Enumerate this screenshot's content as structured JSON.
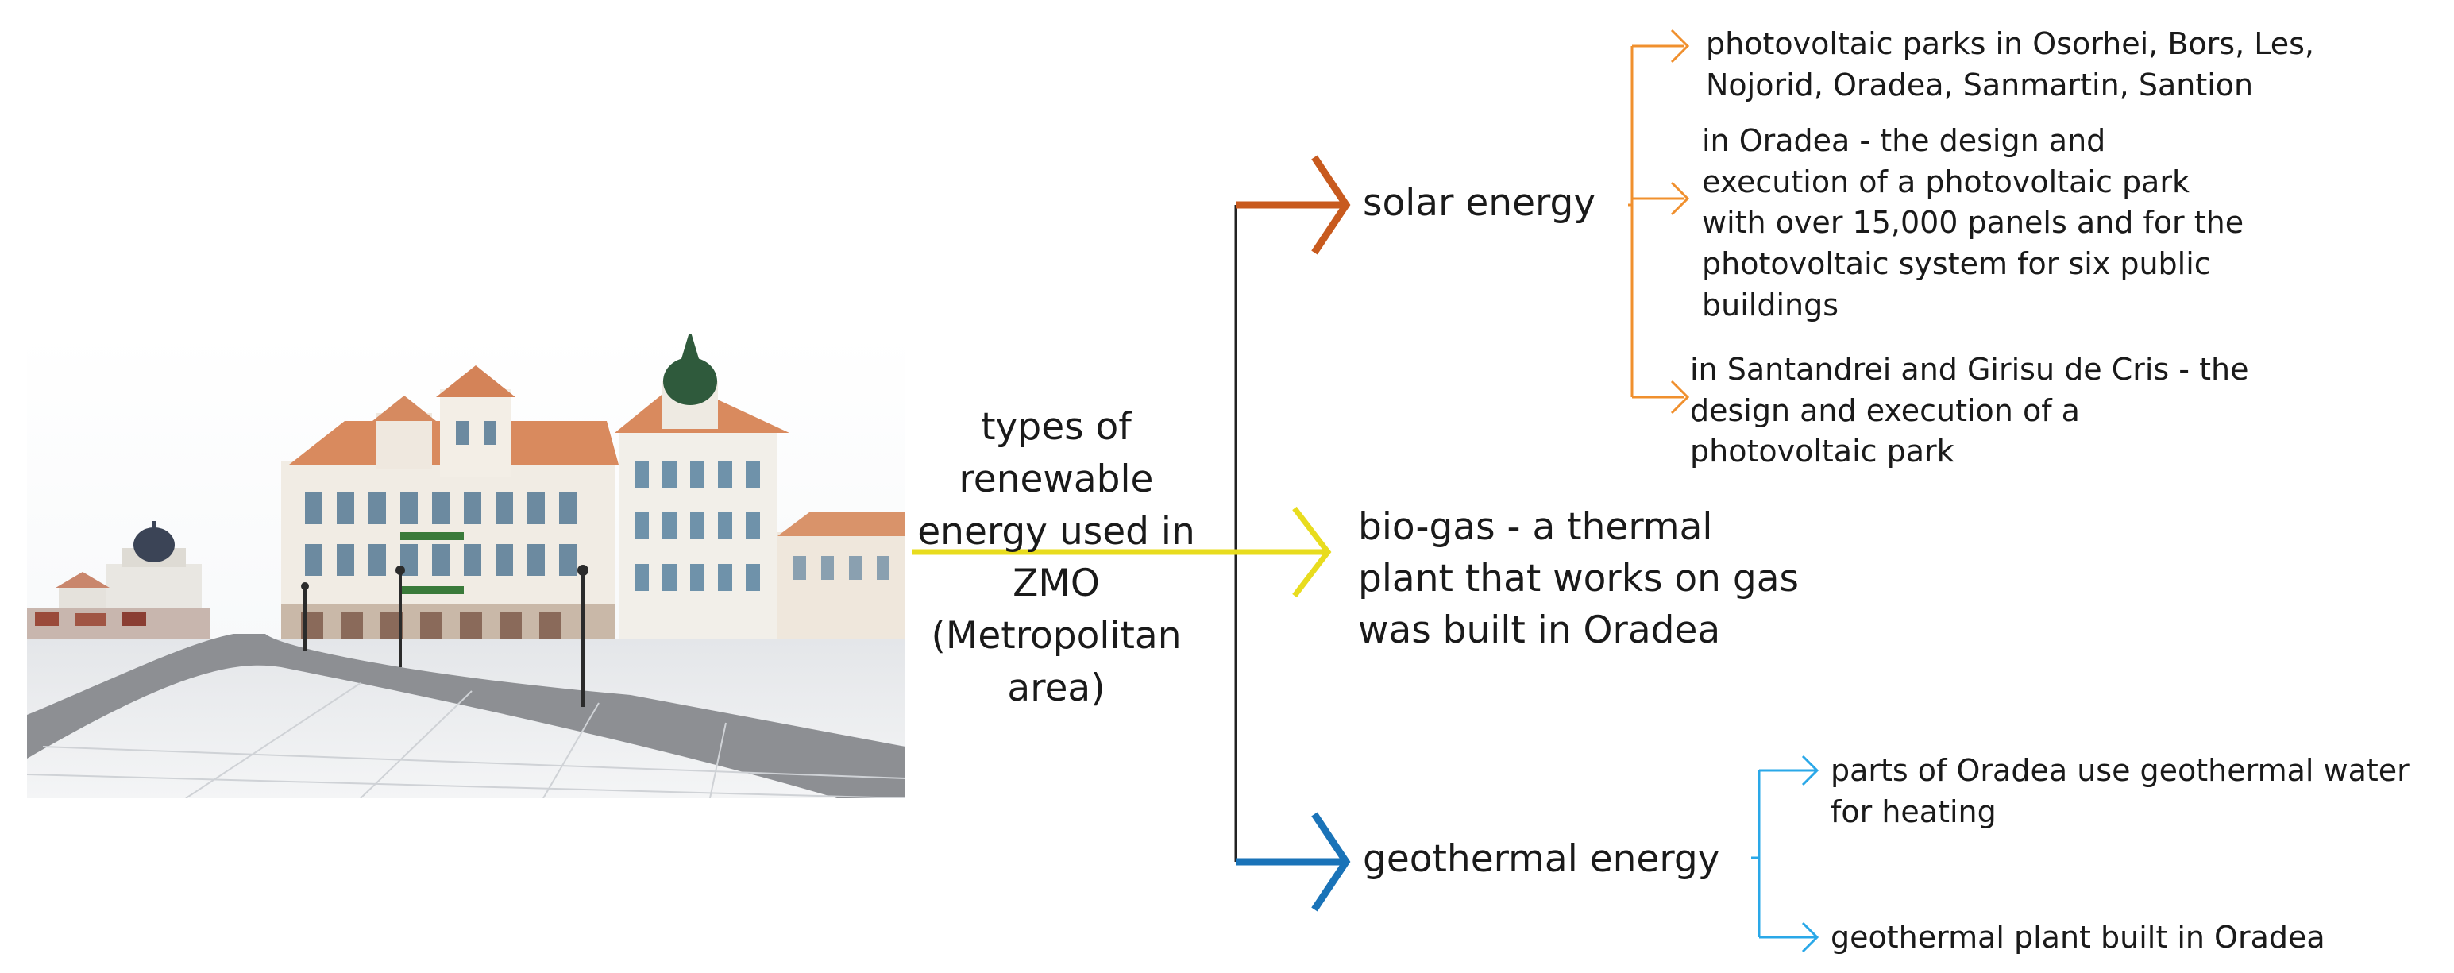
{
  "center": {
    "label": "types of\nrenewable\nenergy used in\nZMO\n(Metropolitan\narea)"
  },
  "categories": [
    {
      "label": "solar energy",
      "color": "#c85a1e",
      "detail_color": "#f0902e",
      "details": [
        "photovoltaic parks in Osorhei, Bors, Les,\nNojorid, Oradea, Sanmartin, Santion",
        "in Oradea - the design and\nexecution of a photovoltaic park\nwith over 15,000 panels and for the\nphotovoltaic system for six public\nbuildings",
        "in Santandrei and Girisu de Cris - the\ndesign and execution of a\nphotovoltaic park"
      ]
    },
    {
      "label": "bio-gas - a thermal\nplant that works on gas\nwas built in Oradea",
      "color": "#e8dc1e"
    },
    {
      "label": "geothermal energy",
      "color": "#1a73b8",
      "detail_color": "#2aa8e8",
      "details": [
        "parts of Oradea use geothermal water\nfor heating",
        "geothermal plant built in Oradea"
      ]
    }
  ]
}
